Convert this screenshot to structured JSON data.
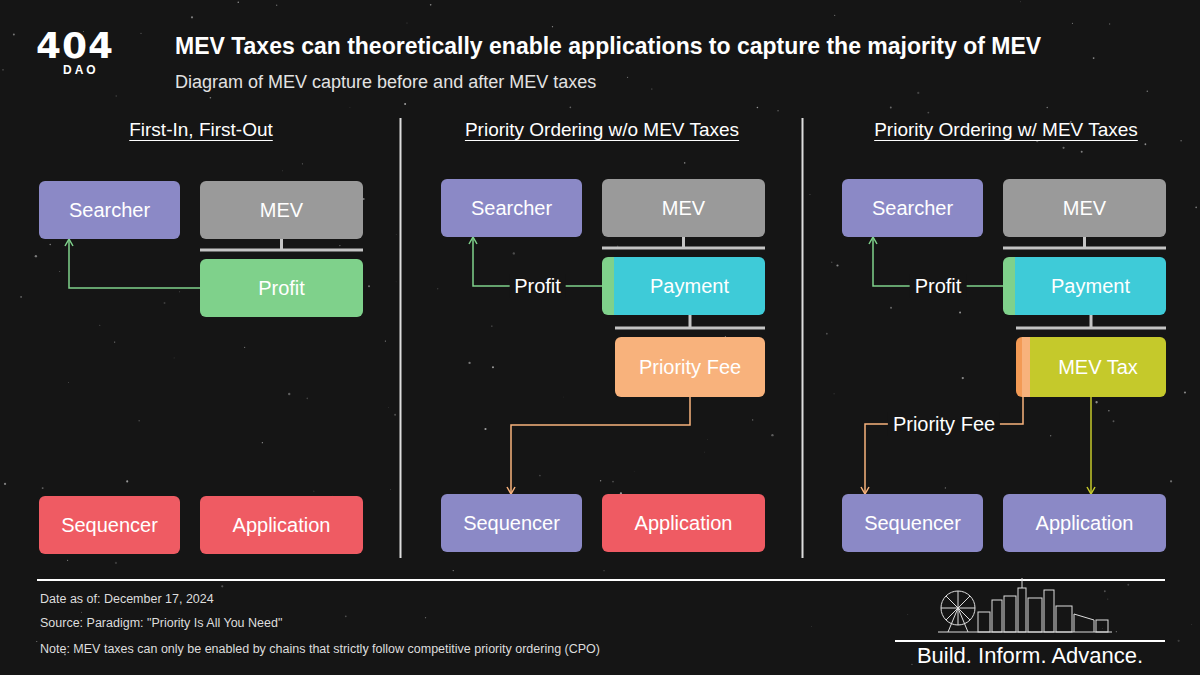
{
  "diagram": {
    "title": "MEV Taxes can theoretically enable applications to capture the majority of MEV",
    "caption": "Diagram of MEV capture before and after MEV taxes",
    "nodes": [
      {
        "text": [
          "Searcher"
        ]
      },
      {
        "text": [
          "MEV"
        ]
      },
      {
        "text": [
          "Profit"
        ]
      },
      {
        "text": [
          "Sequencer"
        ]
      },
      {
        "text": [
          "Application"
        ]
      },
      {
        "text": [
          "Searcher"
        ]
      },
      {
        "text": [
          "MEV"
        ]
      },
      {
        "text": [
          "Payment"
        ]
      },
      {
        "text": [
          "Priority Fee"
        ]
      },
      {
        "text": [
          "Sequencer"
        ]
      },
      {
        "text": [
          "Application"
        ]
      },
      {
        "text": [
          "Searcher"
        ]
      },
      {
        "text": [
          "MEV"
        ]
      },
      {
        "text": [
          "Payment"
        ]
      },
      {
        "text": [
          "MEV Tax"
        ]
      },
      {
        "text": [
          "Sequencer"
        ]
      },
      {
        "text": [
          "Application"
        ]
      }
    ],
    "edges": [
      {
        "from": 1,
        "to": 2,
        "arrow": "none"
      },
      {
        "from": 2,
        "to": 0,
        "arrow": "to"
      },
      {
        "from": 6,
        "to": 7,
        "arrow": "none"
      },
      {
        "from": 7,
        "to": 8,
        "arrow": "none"
      },
      {
        "from": 7,
        "to": 5,
        "arrow": "to",
        "label": "Profit"
      },
      {
        "from": 8,
        "to": 9,
        "arrow": "to"
      },
      {
        "from": 12,
        "to": 13,
        "arrow": "none"
      },
      {
        "from": 13,
        "to": 14,
        "arrow": "none"
      },
      {
        "from": 13,
        "to": 11,
        "arrow": "to",
        "label": "Profit"
      },
      {
        "from": 14,
        "to": 16,
        "arrow": "to"
      },
      {
        "from": 14,
        "to": 15,
        "arrow": "to",
        "label": "Priority Fee"
      }
    ],
    "labels": [
      "404",
      "DAO",
      "First-In, First-Out",
      "Priority Ordering w/o MEV Taxes",
      "Priority Ordering w/ MEV Taxes",
      "Date as of: December 17, 2024",
      "Source: Paradigm: \"Priority Is All You Need\"",
      "Note: MEV taxes can only be enabled by chains that strictly follow competitive priority ordering (CPO)",
      "Build. Inform. Advance."
    ]
  }
}
